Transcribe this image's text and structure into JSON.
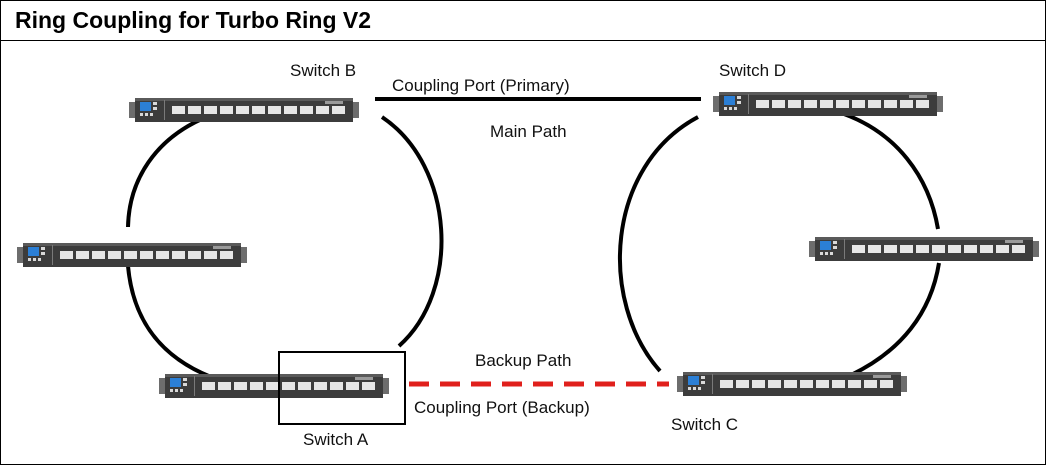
{
  "title": "Ring Coupling for Turbo Ring V2",
  "labels": {
    "switch_a": "Switch A",
    "switch_b": "Switch B",
    "switch_c": "Switch C",
    "switch_d": "Switch D",
    "coupling_primary": "Coupling Port (Primary)",
    "main_path": "Main Path",
    "backup_path": "Backup Path",
    "coupling_backup": "Coupling Port (Backup)"
  },
  "colors": {
    "link": "#000000",
    "backup_link": "#e0201c",
    "switch_body": "#3c3c3c",
    "switch_screen": "#2b7fd6"
  }
}
